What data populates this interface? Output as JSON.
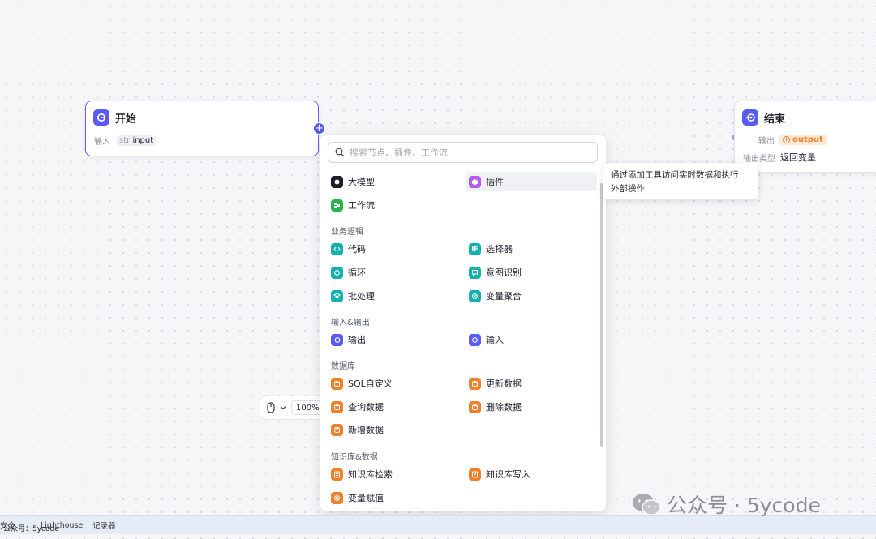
{
  "start_node": {
    "title": "开始",
    "input_label": "输入",
    "type": "str",
    "var": "input"
  },
  "end_node": {
    "title": "结束",
    "output_label": "输出",
    "output_var": "output",
    "output_type_label": "输出类型",
    "output_type_value": "返回变量"
  },
  "zoom": {
    "value": "100%"
  },
  "panel": {
    "search_placeholder": "搜索节点、插件、工作流",
    "top_items": [
      {
        "label": "大模型",
        "icon": "llm-icon",
        "color": "#1d1d2a"
      },
      {
        "label": "插件",
        "icon": "plugin-icon",
        "color": "#b45cf0"
      },
      {
        "label": "工作流",
        "icon": "workflow-icon",
        "color": "#27b64a"
      }
    ],
    "sections": [
      {
        "title": "业务逻辑",
        "items": [
          {
            "label": "代码",
            "icon": "code-icon",
            "color": "#14b0b0"
          },
          {
            "label": "选择器",
            "icon": "if-icon",
            "color": "#14b0b0"
          },
          {
            "label": "循环",
            "icon": "loop-icon",
            "color": "#14b0b0"
          },
          {
            "label": "意图识别",
            "icon": "intent-icon",
            "color": "#14b0b0"
          },
          {
            "label": "批处理",
            "icon": "batch-icon",
            "color": "#14b0b0"
          },
          {
            "label": "变量聚合",
            "icon": "aggregate-icon",
            "color": "#14b0b0"
          }
        ]
      },
      {
        "title": "输入&输出",
        "items": [
          {
            "label": "输出",
            "icon": "output-icon",
            "color": "#5a5bf0"
          },
          {
            "label": "输入",
            "icon": "input-icon",
            "color": "#5a5bf0"
          }
        ]
      },
      {
        "title": "数据库",
        "items": [
          {
            "label": "SQL自定义",
            "icon": "db-sql-icon",
            "color": "#f0802a"
          },
          {
            "label": "更新数据",
            "icon": "db-update-icon",
            "color": "#f0802a"
          },
          {
            "label": "查询数据",
            "icon": "db-query-icon",
            "color": "#f0802a"
          },
          {
            "label": "删除数据",
            "icon": "db-delete-icon",
            "color": "#f0802a"
          },
          {
            "label": "新增数据",
            "icon": "db-insert-icon",
            "color": "#f0802a"
          }
        ]
      },
      {
        "title": "知识库&数据",
        "items": [
          {
            "label": "知识库检索",
            "icon": "kb-search-icon",
            "color": "#f0802a"
          },
          {
            "label": "知识库写入",
            "icon": "kb-write-icon",
            "color": "#f0802a"
          },
          {
            "label": "变量赋值",
            "icon": "var-assign-icon",
            "color": "#f0802a"
          }
        ]
      }
    ]
  },
  "tooltip": {
    "line1": "通过添加工具访问实时数据和执行",
    "line2": "外部操作"
  },
  "bottom_bar": {
    "items": [
      "安全",
      "Lighthouse",
      "记录器"
    ],
    "overlay": "公众号：5ycode"
  },
  "watermark": {
    "text": "公众号 · 5ycode"
  }
}
